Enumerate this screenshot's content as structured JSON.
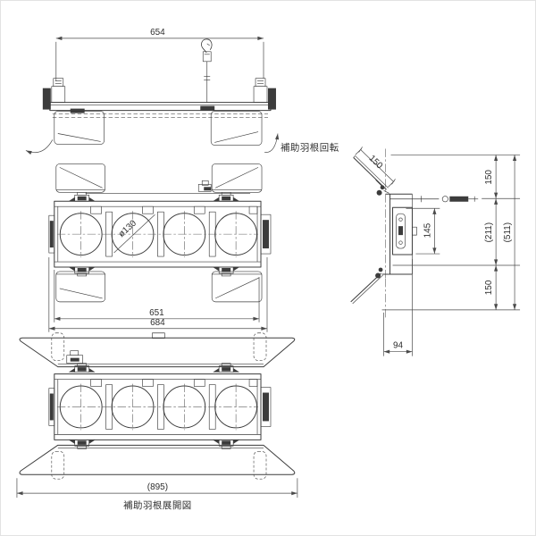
{
  "captions": {
    "blade_rotation": "補助羽根回転",
    "blade_expanded_view": "補助羽根展開図"
  },
  "dims": {
    "top_width": "654",
    "body_width": "651",
    "overall_width": "684",
    "lens_diameter": "ø130",
    "blade_length": "150",
    "upper_height": "150",
    "middle_height": "(211)",
    "lower_height": "150",
    "total_height": "(511)",
    "bracket_height": "145",
    "depth": "94",
    "expanded_width": "(895)"
  },
  "colors": {
    "line": "#3c3c3c",
    "dim_line": "#4a4a4a",
    "background": "#ffffff"
  }
}
